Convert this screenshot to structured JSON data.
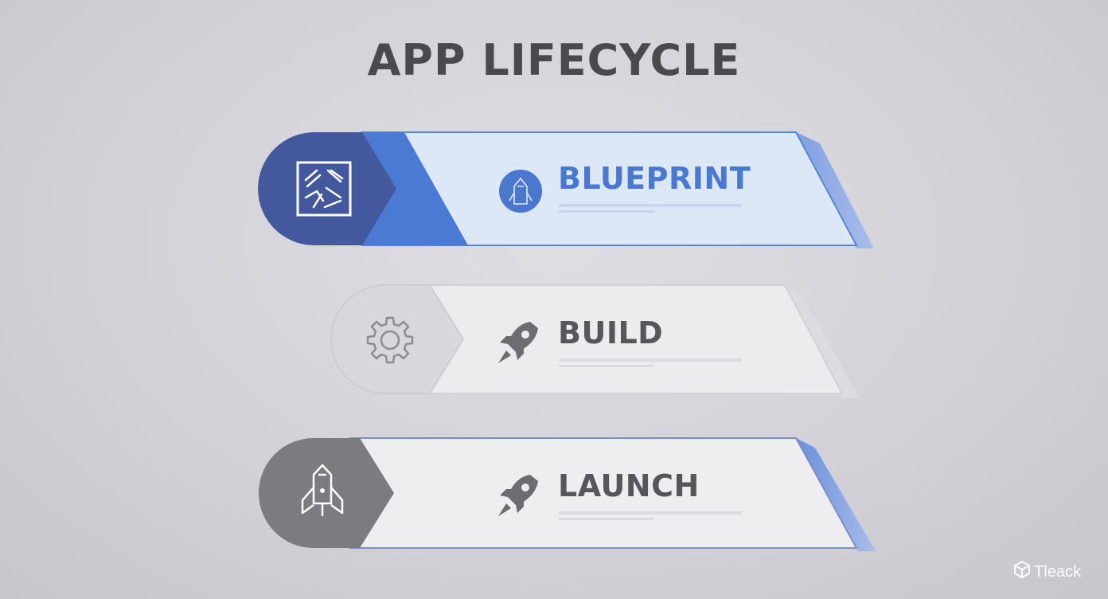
{
  "title": "APP LIFECYCLE",
  "stages": [
    {
      "label": "BLUEPRINT",
      "cap_icon": "blueprint-icon",
      "label_icon": "robot-badge-icon",
      "state": "active",
      "colors": {
        "cap": "#44589e",
        "accent": "#4a7ad3",
        "panel": "#dde8f7",
        "label": "#4a78cf",
        "edge": "#5a86d8"
      }
    },
    {
      "label": "BUILD",
      "cap_icon": "gear-icon",
      "label_icon": "rocket-icon",
      "state": "inactive",
      "colors": {
        "cap": "#d8d8dc",
        "accent": "#e2e2e5",
        "panel": "#ececee",
        "label": "#56565b",
        "edge": "#d0d0d4"
      }
    },
    {
      "label": "LAUNCH",
      "cap_icon": "rocket-outline-icon",
      "label_icon": "rocket-icon",
      "state": "inactive",
      "colors": {
        "cap": "#7b7b80",
        "accent": "#eeeeF0",
        "panel": "#eeeef0",
        "label": "#56565b",
        "edge": "#5a7fd6"
      }
    }
  ],
  "watermark": {
    "text": "Tleack",
    "icon": "cube-logo-icon"
  }
}
